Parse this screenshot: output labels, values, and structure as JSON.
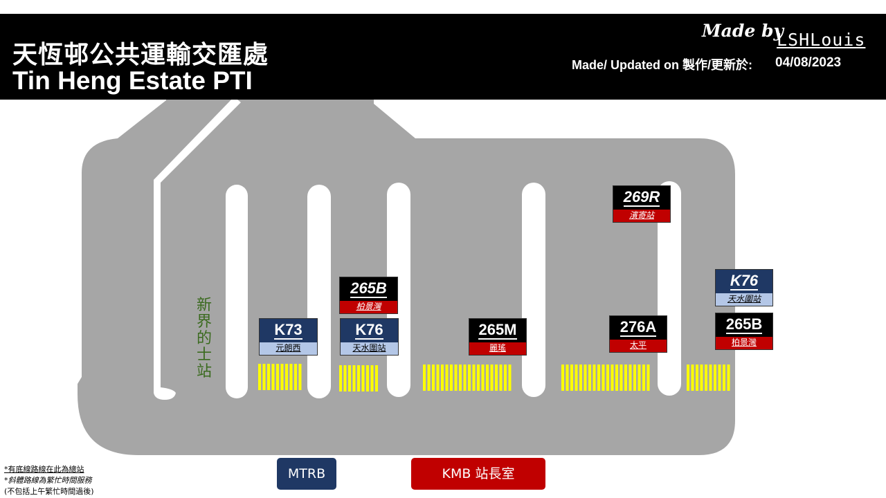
{
  "header": {
    "title_zh": "天恆邨公共運輸交匯處",
    "title_en": "Tin Heng Estate PTI",
    "made_by": "Made by",
    "author": "LSHLouis",
    "updated_label": "Made/ Updated on 製作/更新於:",
    "updated_date": "04/08/2023"
  },
  "colors": {
    "kmb_number_bg": "#000000",
    "kmb_dest_bg": "#c00000",
    "mtr_number_bg": "#1f3864",
    "mtr_dest_bg": "#b4c7e7",
    "road": "#a6a6a6",
    "marking": "#ffff00",
    "taxi_text": "#3a6a1e"
  },
  "routes": [
    {
      "id": "k73",
      "route": "K73",
      "dest": "元朗西",
      "operator": "mtr",
      "italic": false
    },
    {
      "id": "265b-a",
      "route": "265B",
      "dest": "柏景灣",
      "operator": "kmb",
      "italic": true
    },
    {
      "id": "k76-a",
      "route": "K76",
      "dest": "天水圍站",
      "operator": "mtr",
      "italic": false
    },
    {
      "id": "265m",
      "route": "265M",
      "dest": "麗瑤",
      "operator": "kmb",
      "italic": false
    },
    {
      "id": "269r",
      "route": "269R",
      "dest": "濱寄站",
      "operator": "kmb",
      "italic": true
    },
    {
      "id": "276a",
      "route": "276A",
      "dest": "太平",
      "operator": "kmb",
      "italic": false
    },
    {
      "id": "k76-b",
      "route": "K76",
      "dest": "天水圍站",
      "operator": "mtr",
      "italic": true
    },
    {
      "id": "265b-b",
      "route": "265B",
      "dest": "柏景灣",
      "operator": "kmb",
      "italic": false
    }
  ],
  "taxi_stand": "新界的士站",
  "buildings": {
    "mtrb": "MTRB",
    "kmb_office": "KMB 站長室"
  },
  "notes": [
    "*有底線路線在此為總站",
    "*斜體路線為繁忙時間服務",
    "(不包括上午繁忙時間過後)"
  ]
}
